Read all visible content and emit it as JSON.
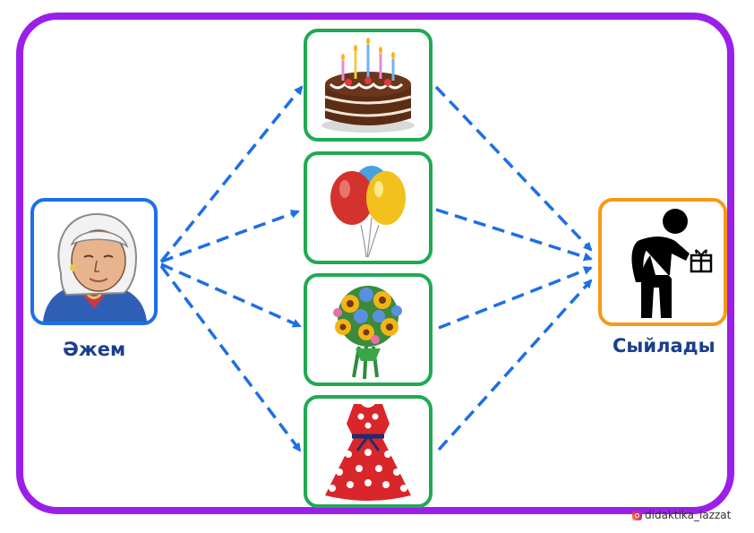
{
  "nodes": {
    "grandma": {
      "label": "Әжем",
      "icon": "grandmother-portrait"
    },
    "giver": {
      "label": "Сыйлады",
      "icon": "person-giving-gift-icon"
    },
    "gifts": [
      {
        "icon": "birthday-cake-icon"
      },
      {
        "icon": "balloons-icon"
      },
      {
        "icon": "flower-bouquet-icon"
      },
      {
        "icon": "polka-dot-dress-icon"
      }
    ]
  },
  "colors": {
    "frame": "#9b1fe8",
    "grandma_border": "#1d6fe6",
    "gift_border": "#1faa52",
    "giver_border": "#f59a18",
    "arrow": "#1d6fe6",
    "label": "#1b3f8a"
  },
  "watermark": {
    "text": "didaktika_lazzat",
    "icon": "instagram-icon"
  }
}
